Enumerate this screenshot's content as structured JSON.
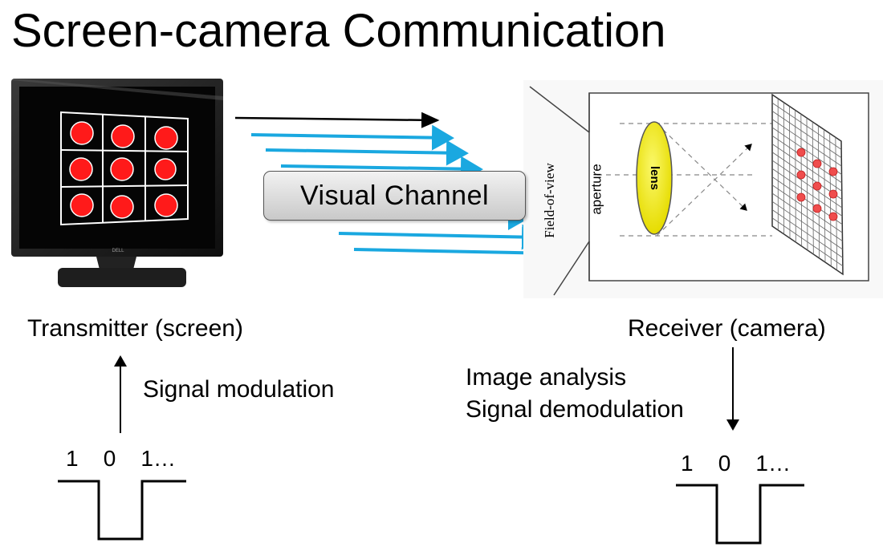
{
  "title": "Screen-camera Communication",
  "channel_label": "Visual Channel",
  "transmitter": {
    "label": "Transmitter (screen)",
    "process": "Signal modulation",
    "bits": "1    0    1…"
  },
  "receiver": {
    "label": "Receiver (camera)",
    "process_line1": "Image analysis",
    "process_line2": "Signal demodulation",
    "bits": "1    0    1…"
  },
  "camera": {
    "field_of_view": "Field-of-view",
    "aperture": "aperture",
    "lens": "lens",
    "monitor_brand": "DELL"
  },
  "colors": {
    "dot": "#ff1a1a",
    "ray": "#1aa8e0",
    "lens": "#f4ef1f",
    "monitor": "#1b1b1b"
  }
}
